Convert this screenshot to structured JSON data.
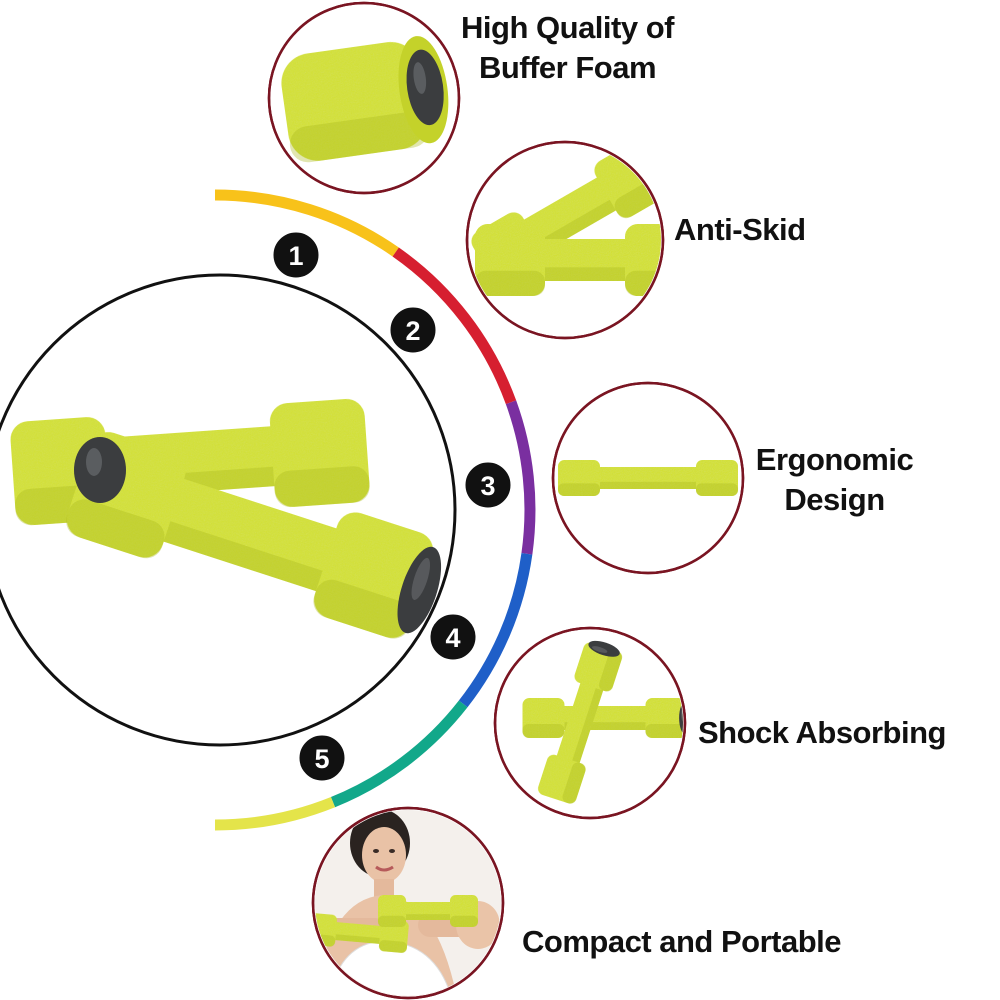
{
  "features": [
    {
      "number": "1",
      "title_lines": [
        "High Quality of",
        "Buffer Foam"
      ]
    },
    {
      "number": "2",
      "title_lines": [
        "Anti-Skid"
      ]
    },
    {
      "number": "3",
      "title_lines": [
        "Ergonomic",
        "Design"
      ]
    },
    {
      "number": "4",
      "title_lines": [
        "Shock Absorbing"
      ]
    },
    {
      "number": "5",
      "title_lines": [
        "Compact and Portable"
      ]
    }
  ],
  "colors": {
    "foam": "#d4e22e",
    "foam_shadow": "#a9b81e",
    "cap": "#3b3d3f",
    "circle_border": "#7a1522",
    "arc_segments": [
      "#f8c21a",
      "#d61f30",
      "#7a2fa0",
      "#1f5fc8",
      "#12a88a",
      "#e4e44a"
    ]
  },
  "icons": [
    "foam-dumbbell-icon",
    "woman-exercising-icon"
  ]
}
